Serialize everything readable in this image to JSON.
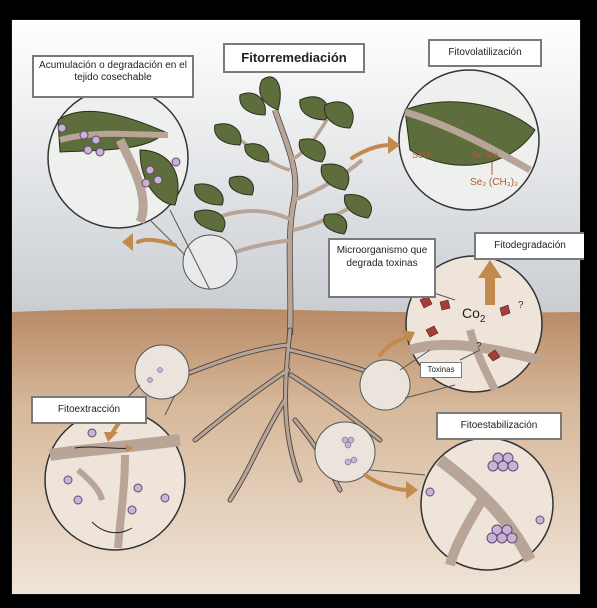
{
  "title": "Fitorremediación",
  "labels": {
    "accumulation": "Acumulación o degradación en el tejido cosechable",
    "phytovolatilization": "Fitovolatilización",
    "phytodegradation": "Fitodegradación",
    "microorganism": "Microorganismo que degrada toxinas",
    "phytoextraction": "Fitoextracción",
    "phytostabilization": "Fitoestabilización",
    "toxins": "Toxinas",
    "co2": "Co",
    "co2_sub": "2",
    "se_formula": "Se₂ (CH₃)₂",
    "question_mark": "?"
  },
  "colors": {
    "sky": "#dfe1e3",
    "soil": "#c49a76",
    "leaf": "#5d6d3c",
    "stem": "#a89082",
    "particle": "#c9b2d6",
    "arrow": "#c38a4e",
    "toxin": "#a53d3a"
  }
}
